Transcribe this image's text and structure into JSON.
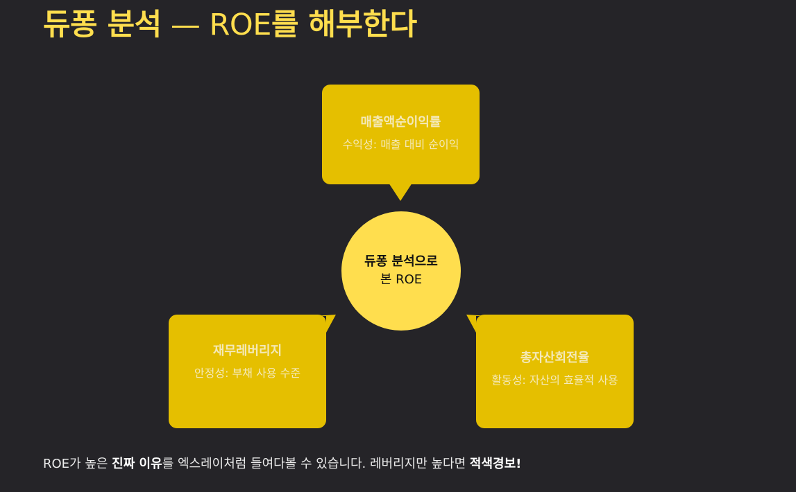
{
  "title": {
    "part1": "듀퐁 분석",
    "part2": " — ROE",
    "part3": "를 해부한다"
  },
  "center": {
    "line1": "듀퐁 분석으로",
    "line2": "본 ROE"
  },
  "boxes": [
    {
      "title": "매출액순이익률",
      "desc": "수익성: 매출 대비 순이익"
    },
    {
      "title": "재무레버리지",
      "desc": "안정성: 부채 사용 수준"
    },
    {
      "title": "총자산회전율",
      "desc": "활동성: 자산의 효율적 사용"
    }
  ],
  "footer": {
    "t1": "ROE가 높은 ",
    "b1": "진짜 이유",
    "t2": "를 엑스레이처럼 들여다볼 수 있습니다. 레버리지만 높다면 ",
    "b2": "적색경보!"
  },
  "colors": {
    "background": "#252428",
    "accent": "#FFDE4E",
    "box": "#E5BF00",
    "circle": "#FFDE4E"
  }
}
